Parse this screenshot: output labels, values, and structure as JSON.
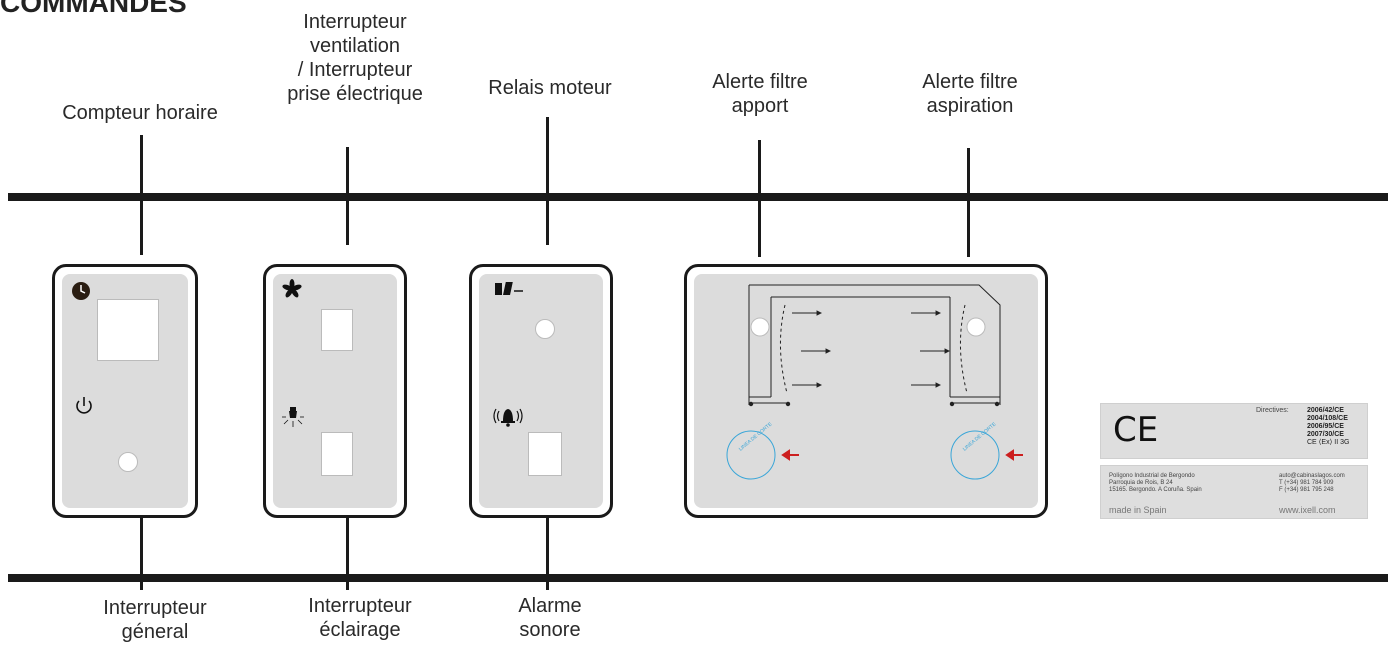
{
  "title": "COMMANDES",
  "labels": {
    "compteur": [
      "Compteur horaire"
    ],
    "interrupteur_ventilation": [
      "Interrupteur",
      "ventilation",
      "/   Interrupteur",
      "prise électrique"
    ],
    "relais": [
      "Relais moteur"
    ],
    "alerte_apport": [
      "Alerte filtre",
      "apport"
    ],
    "alerte_aspiration": [
      "Alerte filtre",
      "aspiration"
    ],
    "interrupteur_general": [
      "Interrupteur",
      "géneral"
    ],
    "interrupteur_eclairage": [
      "Interrupteur",
      "éclairage"
    ],
    "alarme": [
      "Alarme",
      "sonore"
    ]
  },
  "ce_plate": {
    "mark": "CE",
    "directives_label": "Directives:",
    "directives": [
      "2006/42/CE",
      "2004/108/CE",
      "2006/95/CE",
      "2007/30/CE"
    ],
    "atex": "CE ⟨Ex⟩ II 3G"
  },
  "info_plate": {
    "address": [
      "Polígono Industrial de Bergondo",
      "Parroquia de Rois, B 24",
      "15165. Bergondo. A Coruña. Spain"
    ],
    "contact": [
      "auto@cabinaslagos.com",
      "T (+34) 981 784 909",
      "F (+34) 981 795 248"
    ],
    "made_in": "made in Spain",
    "website": "www.ixell.com"
  },
  "filter_panel": {
    "cut_line_text": "LINEA DE CORTE",
    "cut_arrow_color": "#cc1f1f",
    "cut_circle_color": "#3aa6d8"
  }
}
